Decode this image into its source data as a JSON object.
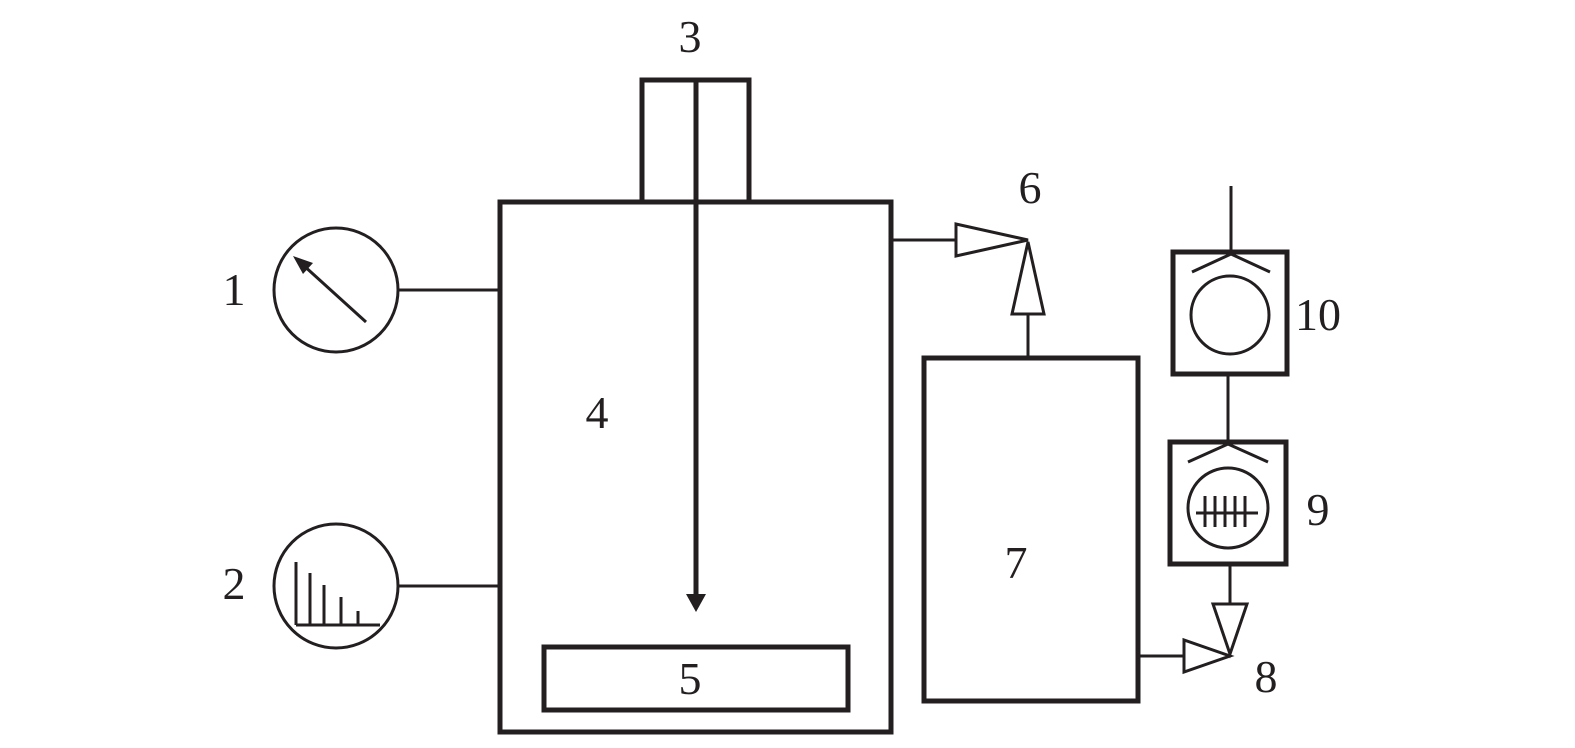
{
  "labels": {
    "l1": "1",
    "l2": "2",
    "l3": "3",
    "l4": "4",
    "l5": "5",
    "l6": "6",
    "l7": "7",
    "l8": "8",
    "l9": "9",
    "l10": "10"
  },
  "colors": {
    "ink": "#231f20",
    "background": "#ffffff"
  },
  "icons": {
    "c1": "pressure-gauge-icon",
    "c2": "spectrum-analyzer-icon",
    "c3": "feedthrough-probe-icon",
    "c6": "junction-arrow-icon",
    "c8": "junction-arrow-icon",
    "c9": "grid-detector-icon",
    "c10": "detector-icon"
  }
}
